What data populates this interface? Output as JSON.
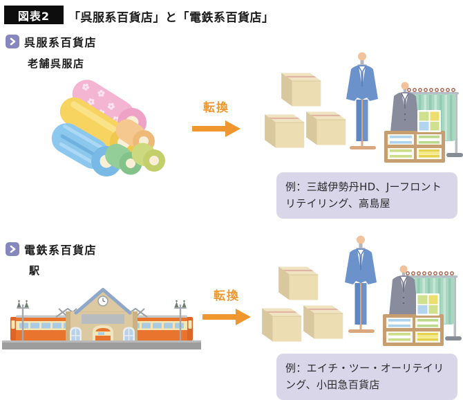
{
  "header": {
    "figure_label": "図表2",
    "title": "「呉服系百貨店」と「電鉄系百貨店」"
  },
  "sections": [
    {
      "heading": "呉服系百貨店",
      "source_label": "老舗呉服店",
      "arrow_label": "転換",
      "example": "例：三越伊勢丹HD、Jーフロントリテイリング、高島屋"
    },
    {
      "heading": "電鉄系百貨店",
      "source_label": "駅",
      "arrow_label": "転換",
      "example": "例：エイチ・ツー・オーリテイリング、小田急百貨店"
    }
  ],
  "colors": {
    "accent_orange": "#f0962e",
    "chevron_purple": "#8587bd",
    "example_box_bg": "#d9d6ea",
    "figure_label_bg": "#0d0d0d"
  }
}
